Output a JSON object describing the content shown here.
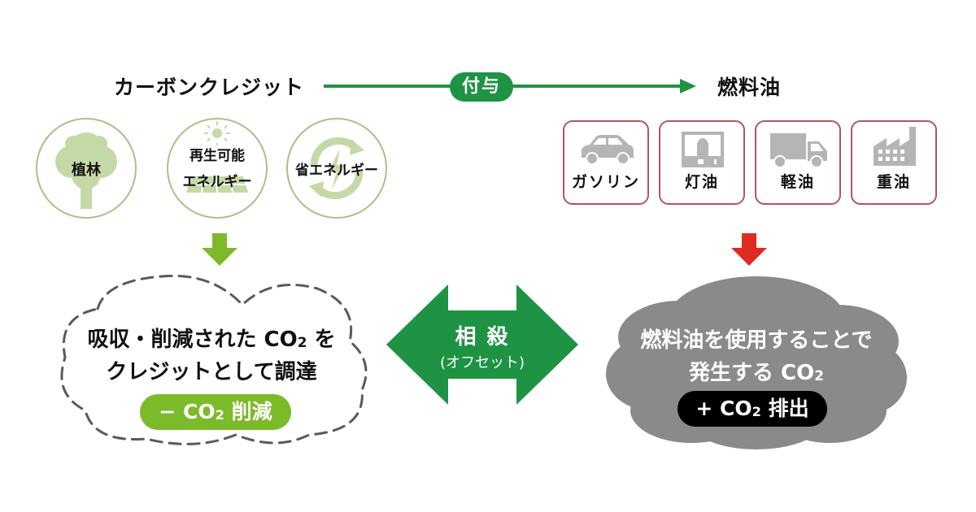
{
  "header": {
    "left_title": "カーボンクレジット",
    "grant_label": "付与",
    "right_title": "燃料油"
  },
  "credit_sources": [
    {
      "label": "植林",
      "icon": "tree-icon"
    },
    {
      "label_line1": "再生可能",
      "label_line2": "エネルギー",
      "icon": "solar-panel-icon"
    },
    {
      "label": "省エネルギー",
      "icon": "energy-cycle-icon"
    }
  ],
  "fuels": [
    {
      "label": "ガソリン",
      "icon": "car-icon"
    },
    {
      "label": "灯油",
      "icon": "kerosene-heater-icon"
    },
    {
      "label": "軽油",
      "icon": "truck-icon"
    },
    {
      "label": "重油",
      "icon": "factory-icon"
    }
  ],
  "left_cloud": {
    "line1_prefix": "吸収・削減された CO",
    "line1_sub": "2",
    "line1_suffix": " を",
    "line2": "クレジットとして調達",
    "pill_prefix": "− CO",
    "pill_sub": "2",
    "pill_suffix": " 削減"
  },
  "offset": {
    "main": "相 殺",
    "sub": "(オフセット)"
  },
  "right_cloud": {
    "line1": "燃料油を使用することで",
    "line2_prefix": "発生する CO",
    "line2_sub": "2",
    "pill_prefix": "+ CO",
    "pill_sub": "2",
    "pill_suffix": " 排出"
  },
  "colors": {
    "dark_green": "#1f9344",
    "light_green": "#7cba2a",
    "circle_border": "#a8c286",
    "icon_green": "#c5d9a6",
    "fuel_border": "#b0565d",
    "icon_gray": "#b5b5b5",
    "red_arrow": "#e02b20",
    "cloud_gray": "#8a8a8a",
    "dash_gray": "#5a5a5a"
  }
}
